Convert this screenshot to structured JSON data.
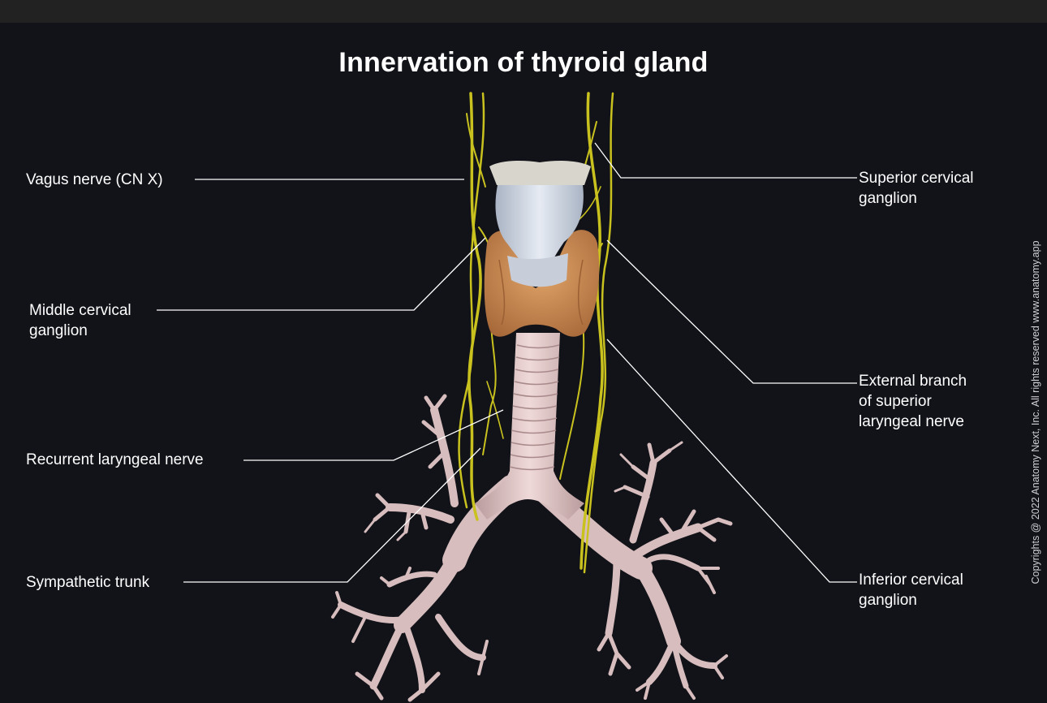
{
  "title": "Innervation of thyroid gland",
  "labels": {
    "vagus_nerve": "Vagus nerve (CN X)",
    "middle_cervical_ganglion": [
      "Middle cervical",
      "ganglion"
    ],
    "recurrent_laryngeal_nerve": "Recurrent laryngeal nerve",
    "sympathetic_trunk": "Sympathetic trunk",
    "superior_cervical_ganglion": [
      "Superior cervical",
      "ganglion"
    ],
    "external_branch_superior_laryngeal_nerve": [
      "External branch",
      "of superior",
      "laryngeal nerve"
    ],
    "inferior_cervical_ganglion": [
      "Inferior cervical",
      "ganglion"
    ]
  },
  "copyright": "Copyrights @ 2022 Anatomy Next, Inc. All rights reserved www.anatomy.app",
  "colors": {
    "background": "#121319",
    "top_bar": "#222222",
    "nerve": "#c9c21e",
    "thyroid": "#c98a4e",
    "cartilage": "#d4dbe6",
    "trachea": "#dcc3c3",
    "leader_line": "#ffffff"
  }
}
